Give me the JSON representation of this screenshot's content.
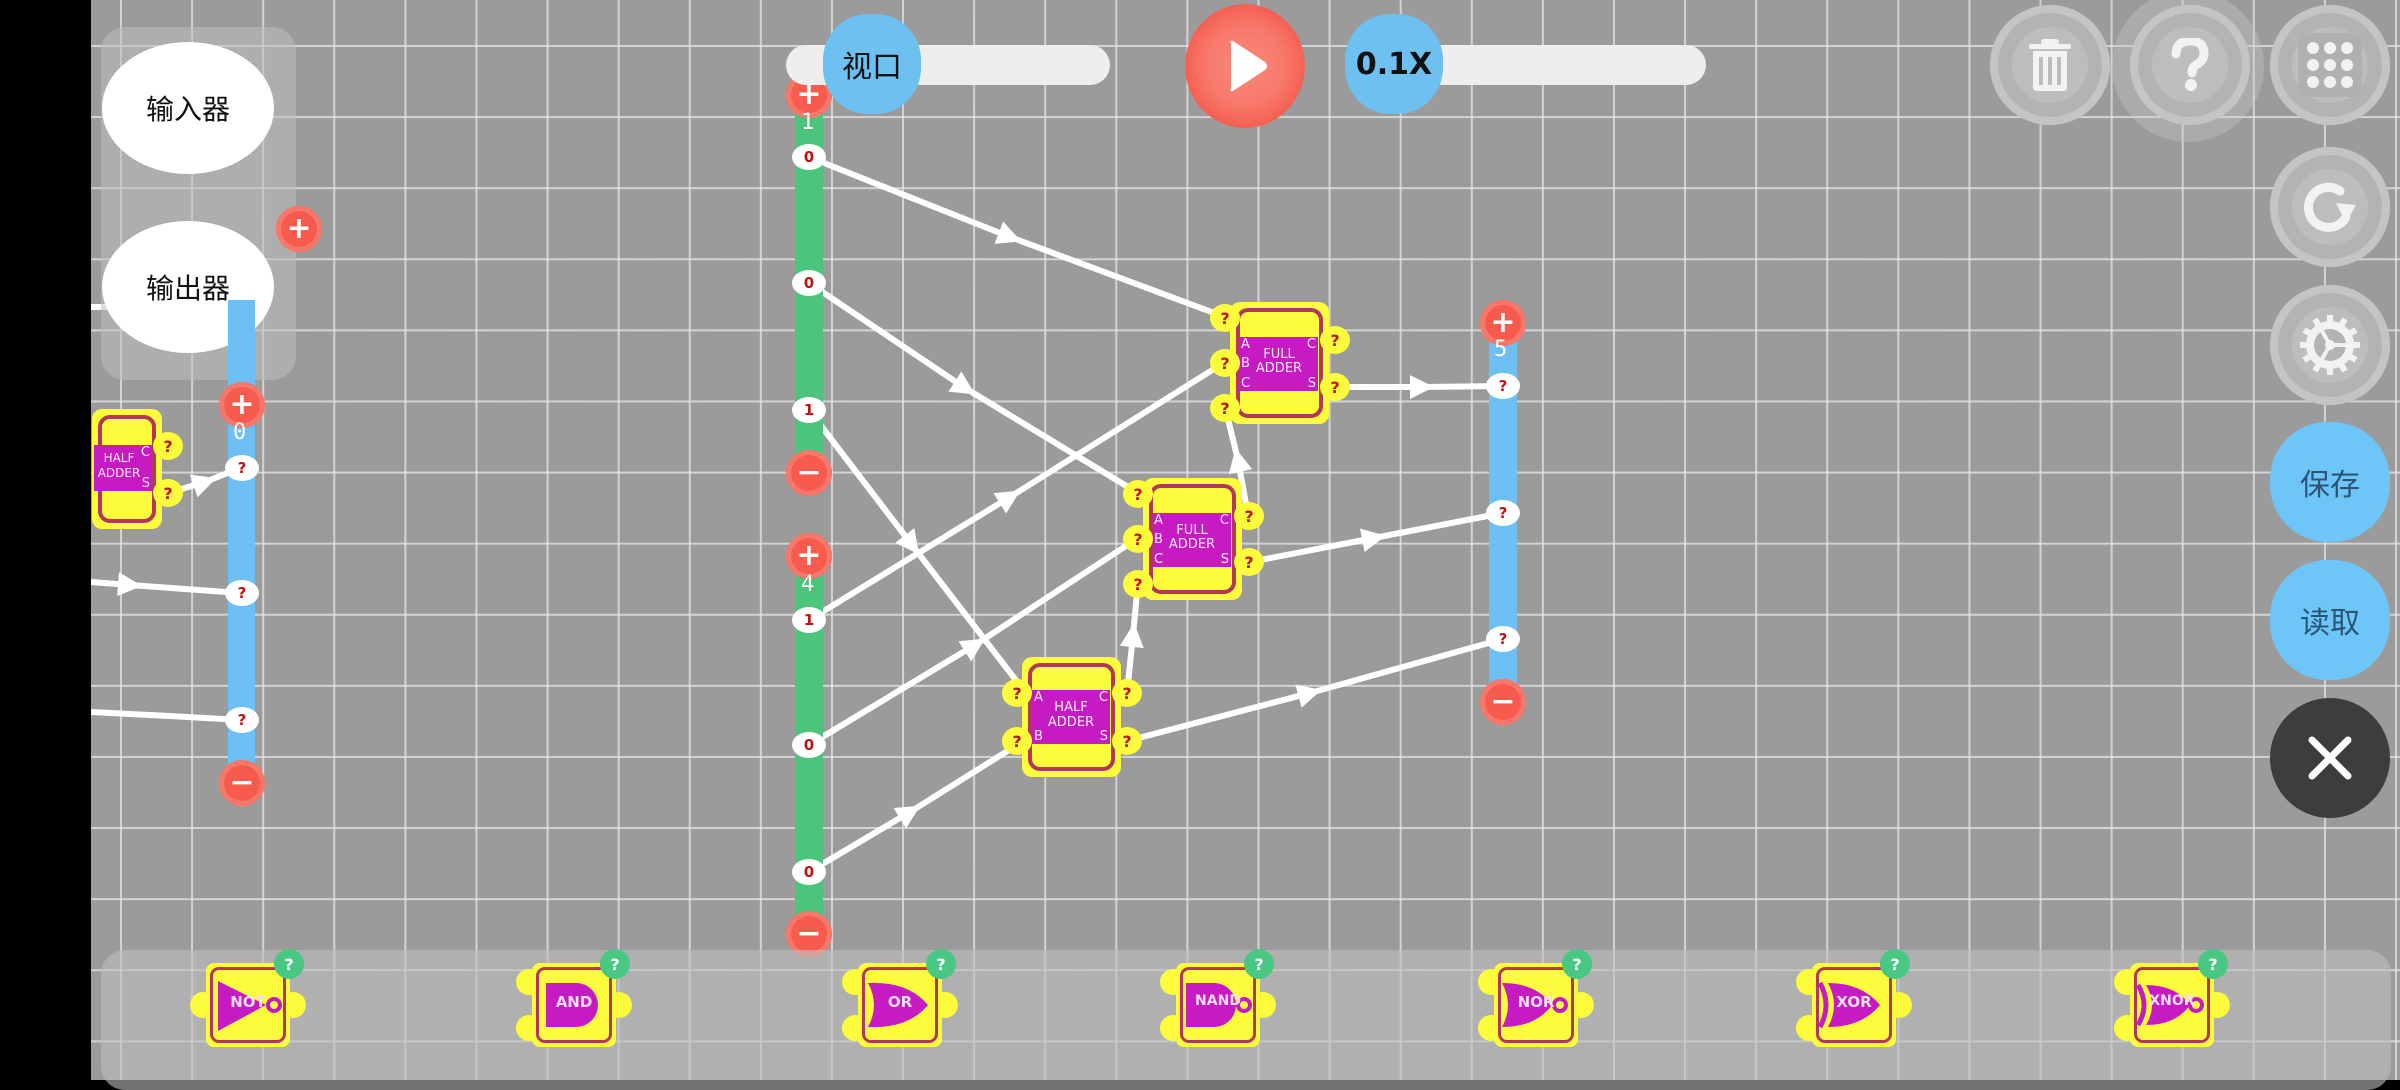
{
  "side_panel": {
    "input_label": "输入器",
    "output_label": "输出器"
  },
  "top_bar": {
    "view_label": "视口",
    "speed_label": "0.1X",
    "play_icon": "play-icon"
  },
  "right_toolbar": {
    "delete_icon": "trash-icon",
    "help_icon": "question-icon",
    "menu_icon": "grid-icon",
    "reset_icon": "refresh-icon",
    "settings_icon": "gear-icon",
    "save_label": "保存",
    "load_label": "读取",
    "close_icon": "close-icon"
  },
  "canvas": {
    "input_rails": [
      {
        "label": "1",
        "plus": "+",
        "minus": "−",
        "pins": [
          "0",
          "0",
          "1"
        ]
      },
      {
        "label": "4",
        "plus": "+",
        "minus": "−",
        "pins": [
          "1",
          "0",
          "0"
        ]
      }
    ],
    "output_rails": [
      {
        "label": "5",
        "plus": "+",
        "minus": "−",
        "pins": [
          "?",
          "?",
          "?"
        ]
      },
      {
        "label": "0",
        "plus": "+",
        "minus": "−",
        "pins": [
          "?",
          "?",
          "?"
        ]
      }
    ],
    "chips": [
      {
        "name": "FULL ADDER",
        "line1": "FULL",
        "line2": "ADDER",
        "inputs": [
          "A",
          "B",
          "C"
        ],
        "outputs": [
          "C",
          "S"
        ],
        "in_values": [
          "?",
          "?",
          "?"
        ],
        "out_values": [
          "?",
          "?"
        ]
      },
      {
        "name": "FULL ADDER",
        "line1": "FULL",
        "line2": "ADDER",
        "inputs": [
          "A",
          "B",
          "C"
        ],
        "outputs": [
          "C",
          "S"
        ],
        "in_values": [
          "?",
          "?",
          "?"
        ],
        "out_values": [
          "?",
          "?"
        ]
      },
      {
        "name": "HALF ADDER",
        "line1": "HALF",
        "line2": "ADDER",
        "inputs": [
          "A",
          "B"
        ],
        "outputs": [
          "C",
          "S"
        ],
        "in_values": [
          "?",
          "?"
        ],
        "out_values": [
          "?",
          "?"
        ]
      },
      {
        "name": "HALF ADDER",
        "line1": "HALF",
        "line2": "ADDER",
        "inputs": [],
        "outputs": [
          "C",
          "S"
        ],
        "in_values": [],
        "out_values": [
          "?",
          "?"
        ]
      }
    ]
  },
  "palette": {
    "gates": [
      {
        "label": "NOT",
        "help": "?"
      },
      {
        "label": "AND",
        "help": "?"
      },
      {
        "label": "OR",
        "help": "?"
      },
      {
        "label": "NAND",
        "help": "?"
      },
      {
        "label": "NOR",
        "help": "?"
      },
      {
        "label": "XOR",
        "help": "?"
      },
      {
        "label": "XNOR",
        "help": "?"
      }
    ]
  },
  "colors": {
    "canvas": "#9b9b9b",
    "input_rail": "#4cc47c",
    "output_rail": "#6ec0f4",
    "chip_body": "#fcfc3c",
    "chip_label": "#c61bc2",
    "chip_border": "#b2375e",
    "plus_minus": "#f65b4e",
    "accent_blue": "#6ec6f8"
  }
}
